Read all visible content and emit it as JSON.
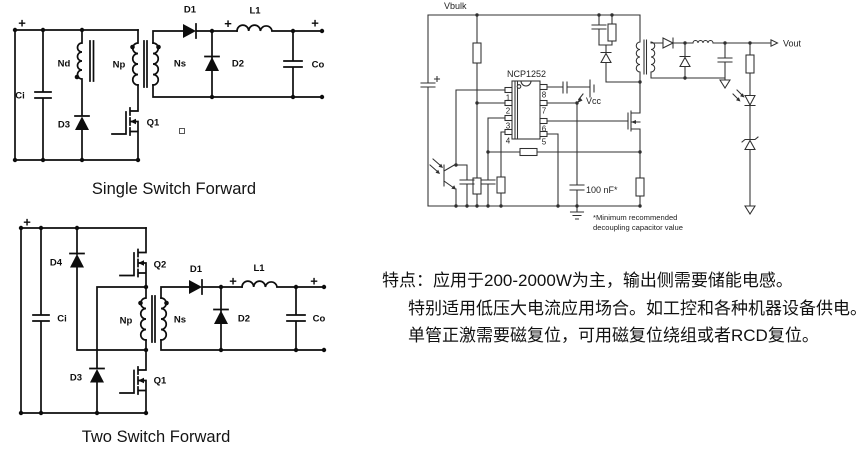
{
  "single_switch": {
    "title": "Single Switch Forward",
    "plus": "+",
    "ci": "Ci",
    "nd": "Nd",
    "d3": "D3",
    "np": "Np",
    "ns": "Ns",
    "q1": "Q1",
    "d1": "D1",
    "d2": "D2",
    "l1": "L1",
    "co": "Co"
  },
  "two_switch": {
    "title": "Two Switch Forward",
    "plus": "+",
    "ci": "Ci",
    "d4": "D4",
    "d3": "D3",
    "np": "Np",
    "ns": "Ns",
    "q2": "Q2",
    "q1": "Q1",
    "d1": "D1",
    "d2": "D2",
    "l1": "L1",
    "co": "Co"
  },
  "ncp_schematic": {
    "vbulk": "Vbulk",
    "part": "NCP1252",
    "vcc": "Vcc",
    "vout": "Vout",
    "pin1": "1",
    "pin2": "2",
    "pin3": "3",
    "pin4": "4",
    "pin5": "5",
    "pin6": "6",
    "pin7": "7",
    "pin8": "8",
    "cap_value": "100 nF*",
    "footnote1": "*Minimum recommended",
    "footnote2": "decoupling capacitor value"
  },
  "features": {
    "prefix": "特点：",
    "line1": "应用于200-2000W为主，输出侧需要储能电感。",
    "line2": "特别适用低压大电流应用场合。如工控和各种机器设备供电。",
    "line3": "单管正激需要磁复位，可用磁复位绕组或者RCD复位。"
  }
}
